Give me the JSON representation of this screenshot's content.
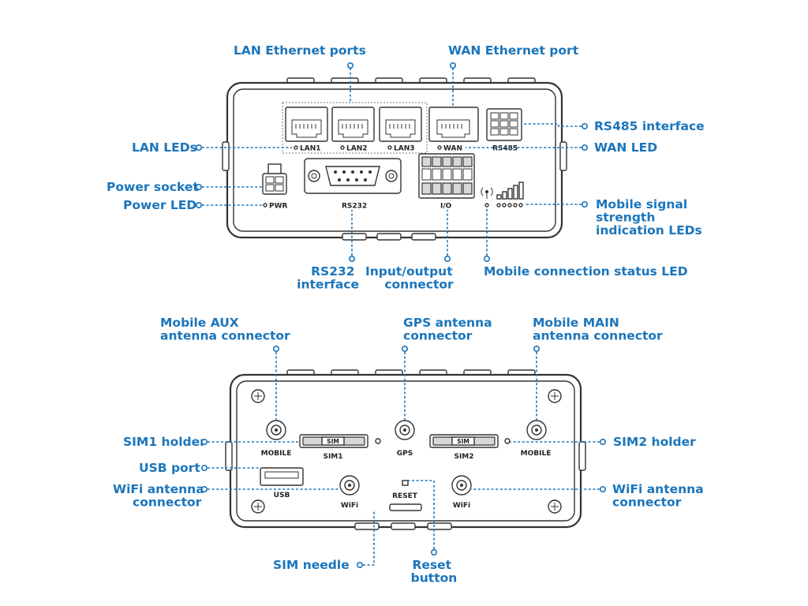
{
  "top_view": {
    "callouts": {
      "lan_ethernet_ports": "LAN Ethernet ports",
      "wan_ethernet_port": "WAN Ethernet port",
      "rs485_interface": "RS485 interface",
      "wan_led": "WAN LED",
      "lan_leds": "LAN LEDs",
      "power_socket": "Power socket",
      "power_led": "Power LED",
      "mobile_signal": [
        "Mobile signal",
        "strength",
        "indication LEDs"
      ],
      "rs232_interface": [
        "RS232",
        "interface"
      ],
      "io_connector": [
        "Input/output",
        "connector"
      ],
      "mobile_connection_status_led": "Mobile connection status LED"
    },
    "device_labels": {
      "lan1": "LAN1",
      "lan2": "LAN2",
      "lan3": "LAN3",
      "wan": "WAN",
      "rs485": "RS485",
      "pwr": "PWR",
      "rs232": "RS232",
      "io": "I/O"
    }
  },
  "bottom_view": {
    "callouts": {
      "mobile_aux": [
        "Mobile AUX",
        "antenna connector"
      ],
      "gps_antenna": [
        "GPS antenna",
        "connector"
      ],
      "mobile_main": [
        "Mobile MAIN",
        "antenna connector"
      ],
      "sim1_holder": "SIM1 holder",
      "sim2_holder": "SIM2 holder",
      "usb_port": "USB port",
      "wifi_left": [
        "WiFi antenna",
        "connector"
      ],
      "wifi_right": [
        "WiFi antenna",
        "connector"
      ],
      "sim_needle": "SIM needle",
      "reset_button": [
        "Reset",
        "button"
      ]
    },
    "device_labels": {
      "mobile_left": "MOBILE",
      "sim1": "SIM1",
      "gps": "GPS",
      "sim2": "SIM2",
      "mobile_right": "MOBILE",
      "usb": "USB",
      "wifi_left": "WiFi",
      "reset": "RESET",
      "wifi_right": "WiFi",
      "sim_tray_1": "SIM",
      "sim_tray_2": "SIM"
    }
  }
}
